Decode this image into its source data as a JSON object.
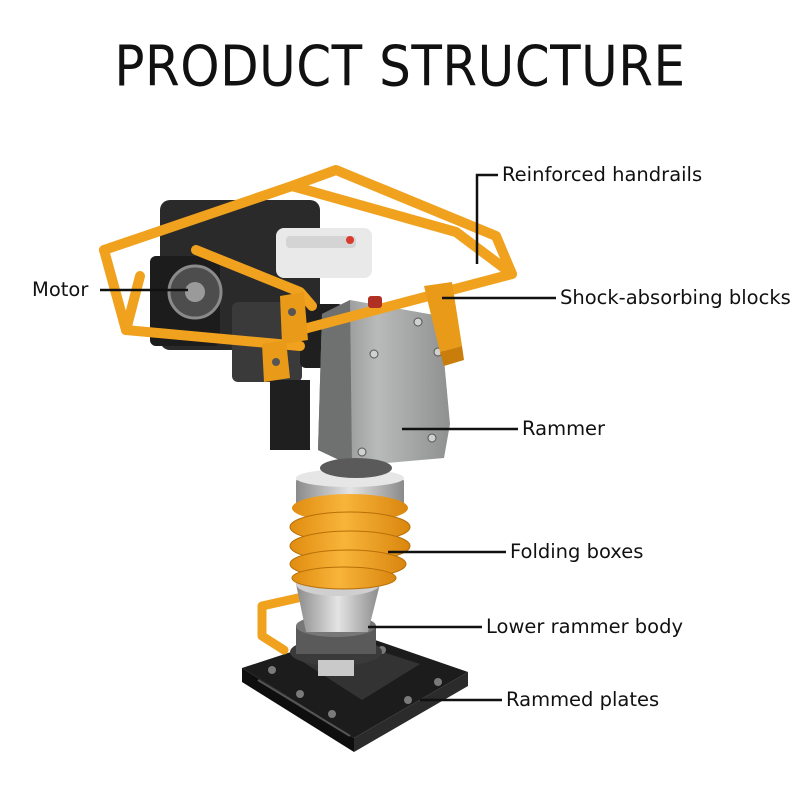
{
  "title": "PRODUCT STRUCTURE",
  "labels": {
    "reinforced_handrails": "Reinforced handrails",
    "motor": "Motor",
    "shock_absorbing_blocks": "Shock-absorbing blocks",
    "rammer": "Rammer",
    "folding_boxes": "Folding boxes",
    "lower_rammer_body": "Lower rammer body",
    "rammed_plates": "Rammed plates"
  },
  "colors": {
    "frame": "#f0a21e",
    "frame_dark": "#c97d0a",
    "bellows": "#f5a623",
    "rammer_body": "#a9aaaa",
    "engine": "#2a2a2a",
    "plate": "#1c1c1c",
    "leader": "#111111"
  }
}
